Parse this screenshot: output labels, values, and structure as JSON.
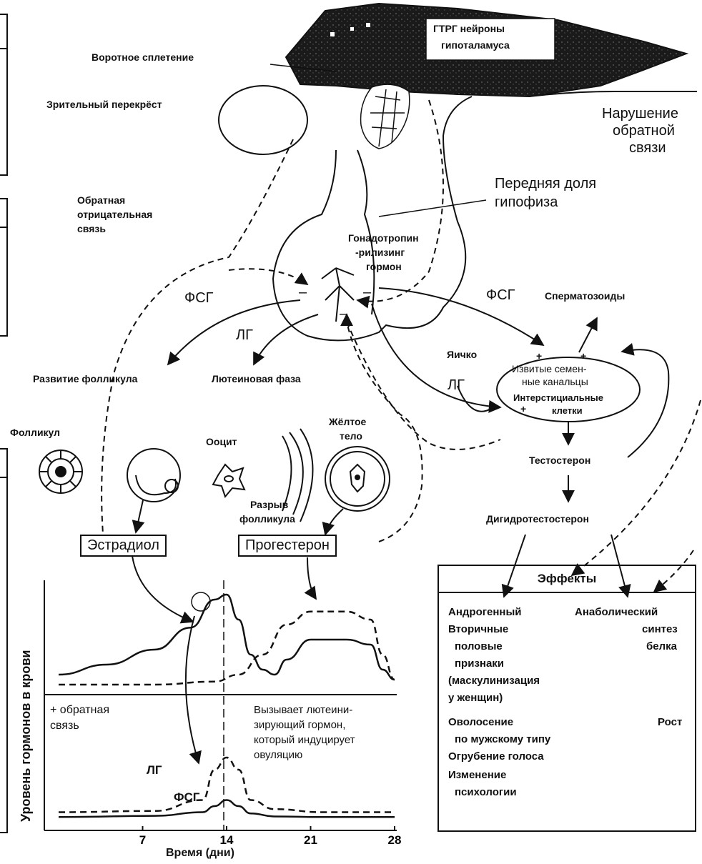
{
  "hypothalamus": {
    "neurons_label_1": "ГТРГ нейроны",
    "neurons_label_2": "гипоталамуса",
    "portal_plexus": "Воротное сплетение",
    "optic_chiasm": "Зрительный перекрёст"
  },
  "feedback": {
    "negative_1": "Обратная",
    "negative_2": "отрицательная",
    "negative_3": "связь",
    "disruption_1": "Нарушение",
    "disruption_2": "обратной",
    "disruption_3": "связи",
    "positive_1": "+ обратная",
    "positive_2": "связь"
  },
  "pituitary": {
    "anterior_1": "Передняя доля",
    "anterior_2": "гипофиза",
    "gnrh_1": "Гонадотропин",
    "gnrh_2": "-рилизинг",
    "gnrh_3": "гормон",
    "fsh": "ФСГ",
    "lh": "ЛГ"
  },
  "female": {
    "follicle_dev": "Развитие фолликула",
    "luteal_phase": "Лютеиновая фаза",
    "follicle": "Фолликул",
    "oocyte": "Ооцит",
    "corpus_luteum_1": "Жёлтое",
    "corpus_luteum_2": "тело",
    "rupture_1": "Разрыв",
    "rupture_2": "фолликула",
    "estradiol": "Эстрадиол",
    "progesterone": "Прогестерон"
  },
  "male": {
    "fsh": "ФСГ",
    "lh": "ЛГ",
    "sperm": "Сперматозоиды",
    "testis": "Яичко",
    "tubules_1": "Извитые семен-",
    "tubules_2": "ные канальцы",
    "interstitial_1": "Интерстициальные",
    "interstitial_2": "клетки",
    "plus": "+",
    "testosterone": "Тестостерон",
    "dht": "Дигидротестостерон"
  },
  "effects": {
    "title": "Эффекты",
    "left": [
      "Андрогенный",
      "Вторичные",
      "половые",
      "признаки",
      "(маскулинизация",
      "у женщин)",
      "Оволосение",
      "по мужскому типу",
      "Огрубение голоса",
      "Изменение",
      "психологии"
    ],
    "right": [
      "Анаболический",
      "синтез",
      "белка",
      "Рост"
    ]
  },
  "chart_data": {
    "type": "line",
    "ylabel": "Уровень гормонов в крови",
    "xlabel": "Время (дни)",
    "x_ticks": [
      7,
      14,
      21,
      28
    ],
    "xlim": [
      0,
      28
    ],
    "lh_note_1": "Вызывает лютеини-",
    "lh_note_2": "зирующий гормон,",
    "lh_note_3": "который индуцирует",
    "lh_note_4": "овуляцию",
    "upper_panel": {
      "series": [
        {
          "style": "solid",
          "x": [
            0,
            4,
            8,
            11,
            13,
            14,
            15,
            16,
            17,
            18,
            19,
            21,
            24,
            26,
            27,
            28
          ],
          "y": [
            0.15,
            0.25,
            0.4,
            0.62,
            0.9,
            0.95,
            0.7,
            0.35,
            0.2,
            0.15,
            0.3,
            0.5,
            0.5,
            0.45,
            0.2,
            0.1
          ]
        },
        {
          "style": "dashed",
          "x": [
            0,
            8,
            13,
            15,
            17,
            19,
            21,
            24,
            26,
            27,
            28
          ],
          "y": [
            0.05,
            0.05,
            0.08,
            0.15,
            0.35,
            0.65,
            0.78,
            0.78,
            0.7,
            0.35,
            0.1
          ]
        }
      ]
    },
    "lower_panel": {
      "series": [
        {
          "name": "ЛГ",
          "style": "dashed",
          "x": [
            0,
            8,
            12,
            13,
            14,
            15,
            16,
            18,
            22,
            28
          ],
          "y": [
            0.1,
            0.12,
            0.3,
            0.8,
            1.0,
            0.8,
            0.3,
            0.15,
            0.1,
            0.1
          ]
        },
        {
          "name": "ФСГ",
          "style": "solid",
          "x": [
            0,
            8,
            12,
            13,
            14,
            15,
            16,
            18,
            22,
            28
          ],
          "y": [
            0.02,
            0.04,
            0.1,
            0.2,
            0.3,
            0.2,
            0.08,
            0.03,
            0.02,
            0.02
          ]
        }
      ]
    }
  }
}
